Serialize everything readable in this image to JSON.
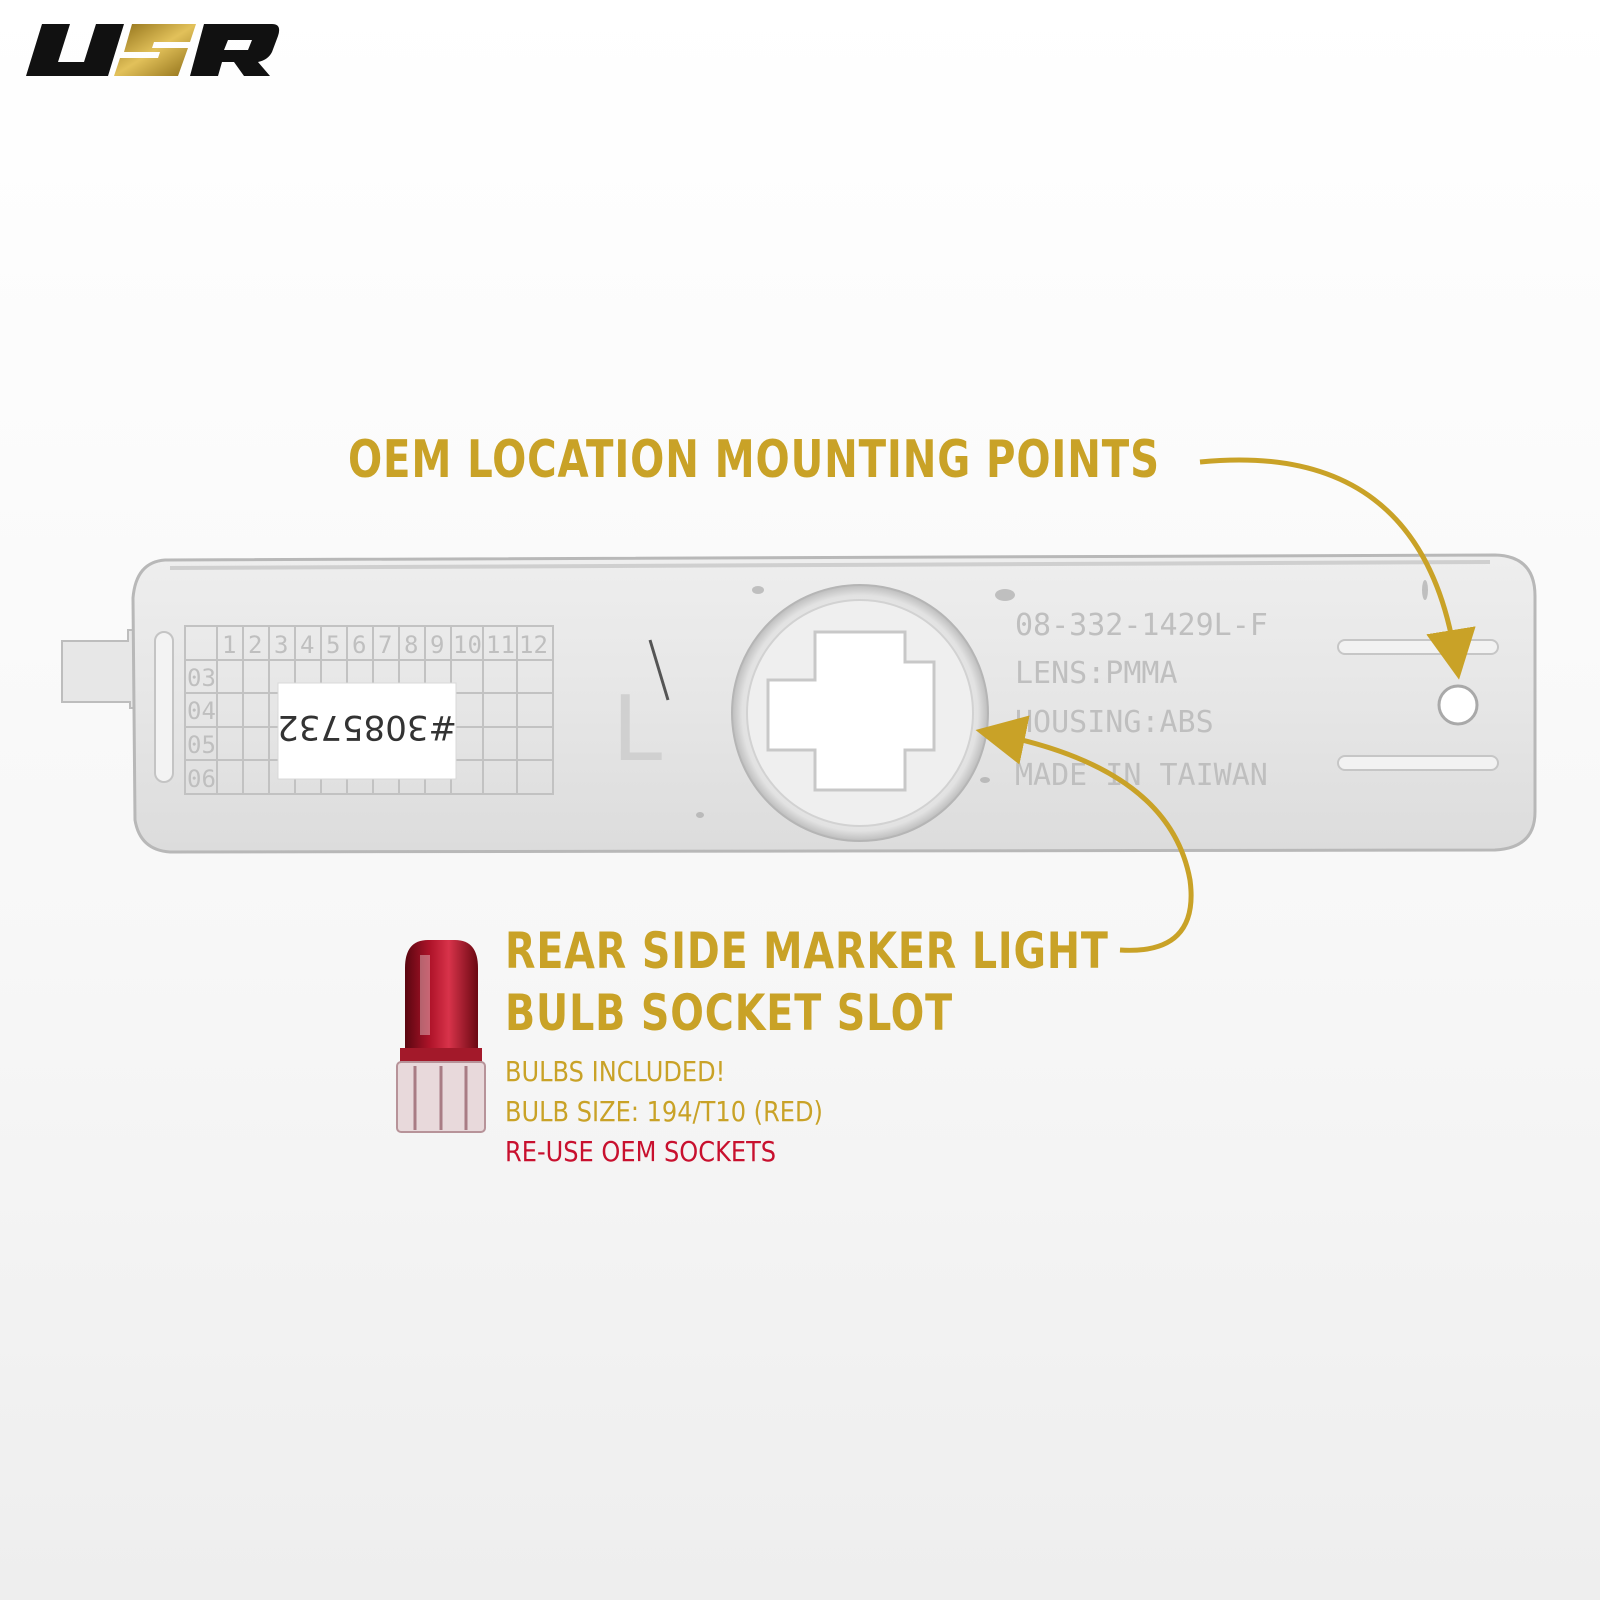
{
  "brand": {
    "logo_text": "USR"
  },
  "colors": {
    "accent_gold": "#c9a227",
    "warning_red": "#c8102e"
  },
  "callouts": {
    "mounting": "OEM LOCATION MOUNTING POINTS",
    "socket_line1": "REAR SIDE MARKER LIGHT",
    "socket_line2": "BULB SOCKET SLOT"
  },
  "bulb_info": {
    "included": "BULBS INCLUDED!",
    "size": "BULB SIZE: 194/T10 (RED)",
    "reuse": "RE-USE OEM SOCKETS"
  },
  "part_markings": {
    "part_number": "08-332-1429L-F",
    "lens": "LENS:PMMA",
    "housing": "HOUSING:ABS",
    "origin": "MADE IN TAIWAN",
    "side": "L",
    "sticker": "#3085732",
    "date_cols": [
      "1",
      "2",
      "3",
      "4",
      "5",
      "6",
      "7",
      "8",
      "9",
      "10",
      "11",
      "12"
    ],
    "date_rows": [
      "03",
      "04",
      "05",
      "06"
    ]
  }
}
